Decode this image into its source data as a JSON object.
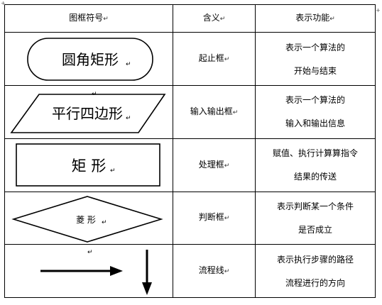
{
  "headers": {
    "symbol": "图框符号",
    "meaning": "含义",
    "function": "表示功能"
  },
  "rows": [
    {
      "shape": "rounded-rect",
      "label": "圆角矩形",
      "meaning": "起止框",
      "function": [
        "表示一个算法的",
        "开始与结束"
      ]
    },
    {
      "shape": "parallelogram",
      "label": "平行四边形",
      "meaning": "输入输出框",
      "function": [
        "表示一个算法的",
        "输入和输出信息"
      ]
    },
    {
      "shape": "rectangle",
      "label": "矩 形",
      "meaning": "处理框",
      "function": [
        "赋值、执行计算算指令",
        "结果的传送"
      ]
    },
    {
      "shape": "diamond",
      "label": "菱 形",
      "meaning": "判断框",
      "function": [
        "表示判断某一个条件",
        "是否成立"
      ]
    },
    {
      "shape": "arrows",
      "label": "",
      "meaning": "流程线",
      "function": [
        "表示执行步骤的路径",
        "流程进行的方向"
      ]
    }
  ],
  "paragraph_mark": "↵"
}
